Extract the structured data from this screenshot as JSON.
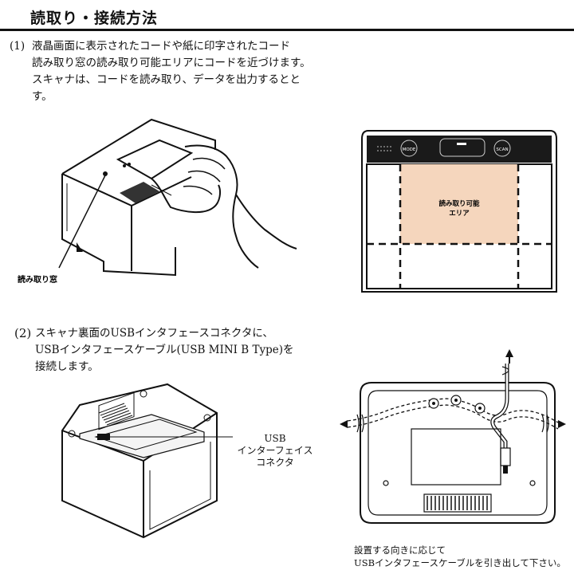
{
  "title": "読取り・接続方法",
  "step1": {
    "number": "(1)",
    "lines": [
      "液晶画面に表示されたコードや紙に印字されたコード",
      "読み取り窓の読み取り可能エリアにコードを近づけます。",
      "スキャナは、コードを読み取り、データを出力するとと",
      "す。"
    ],
    "callout_label": "読み取り窓",
    "panel": {
      "mode_label": "MODE",
      "scan_label": "SCAN",
      "area_label_line1": "読み取り可能",
      "area_label_line2": "エリア",
      "area_color": "#f5d6bd"
    }
  },
  "step2": {
    "number": "(2)",
    "lines": [
      "スキャナ裏面のUSBインタフェースコネクタに、",
      "USBインタフェースケーブル(USB MINI B Type)を",
      "接続します。"
    ],
    "connector_label": [
      "USB",
      "インターフェイス",
      "コネクタ"
    ],
    "note": [
      "設置する向きに応じて",
      "USBインタフェースケーブルを引き出して下さい。"
    ]
  }
}
